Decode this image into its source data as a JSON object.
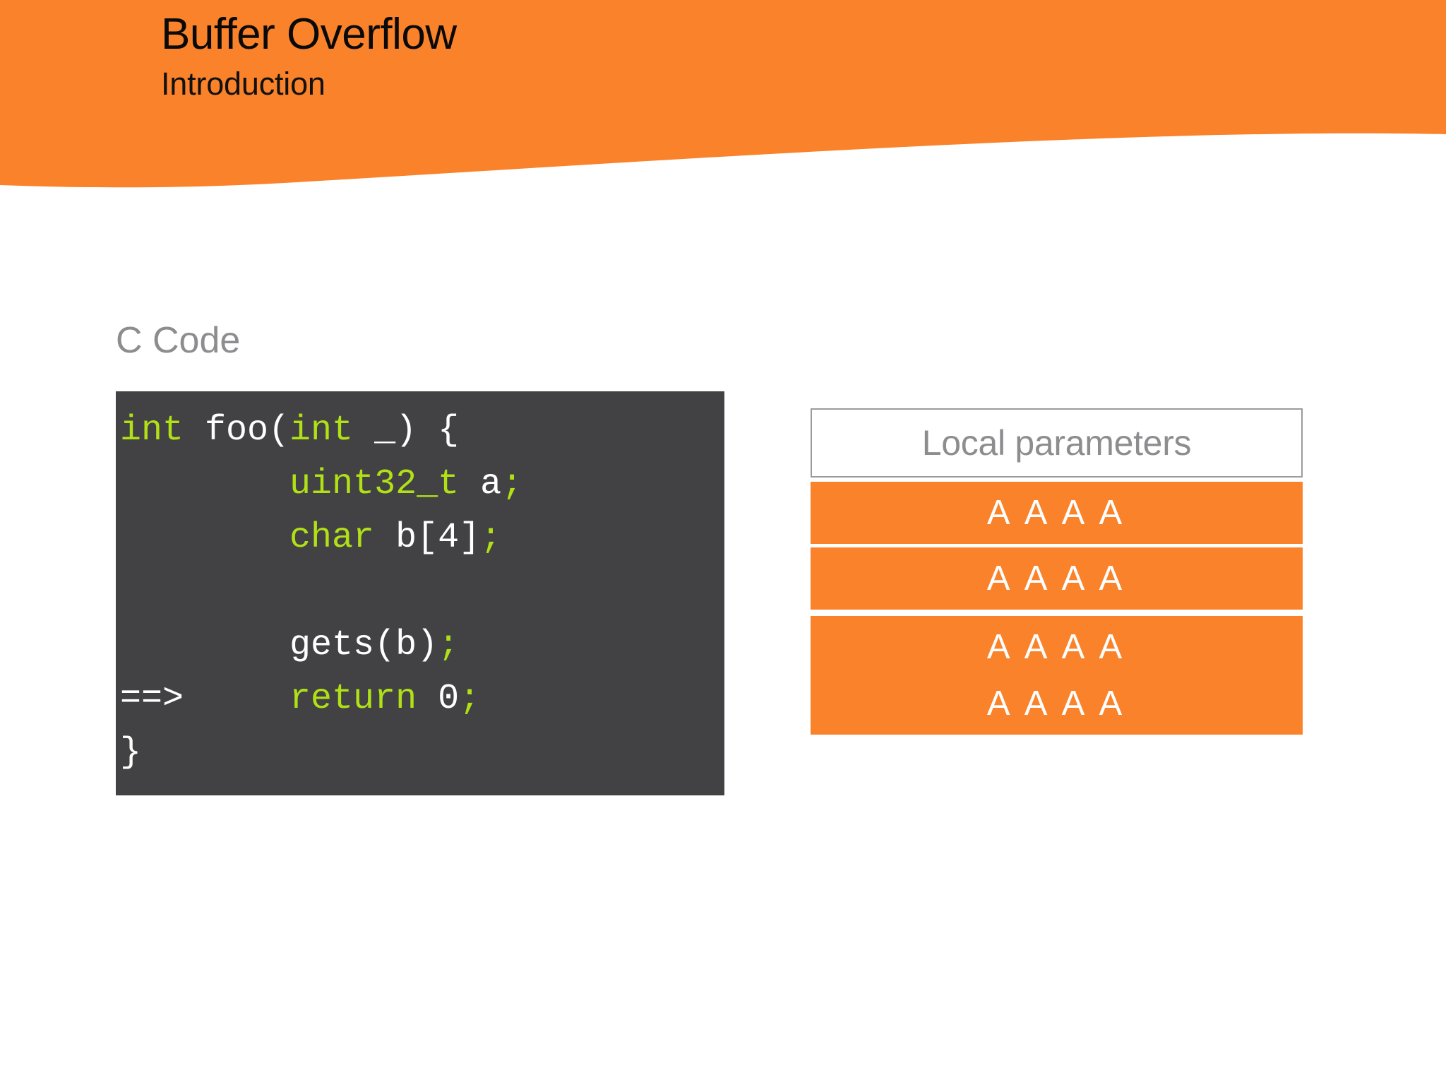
{
  "slide": {
    "title": "Buffer Overflow",
    "subtitle": "Introduction",
    "accent_color": "#f9822a",
    "background_color": "#ffffff"
  },
  "code_section": {
    "heading": "C Code",
    "heading_color": "#8d8d8f",
    "block_background": "#424143",
    "keyword_color": "#b0e016",
    "text_color": "#ffffff",
    "lines": [
      {
        "id": "line-1",
        "marker": "",
        "text": "int foo(int _) {",
        "tokens": [
          {
            "t": "int",
            "k": "kw"
          },
          {
            "t": " foo(",
            "k": "plain"
          },
          {
            "t": "int",
            "k": "kw"
          },
          {
            "t": " _) {",
            "k": "plain"
          }
        ]
      },
      {
        "id": "line-2",
        "marker": "",
        "text": "        uint32_t a;",
        "tokens": [
          {
            "t": "        ",
            "k": "plain"
          },
          {
            "t": "uint32_t",
            "k": "kw"
          },
          {
            "t": " a",
            "k": "plain"
          },
          {
            "t": ";",
            "k": "punc"
          }
        ]
      },
      {
        "id": "line-3",
        "marker": "",
        "text": "        char b[4];",
        "tokens": [
          {
            "t": "        ",
            "k": "plain"
          },
          {
            "t": "char",
            "k": "kw"
          },
          {
            "t": " b[4]",
            "k": "plain"
          },
          {
            "t": ";",
            "k": "punc"
          }
        ]
      },
      {
        "id": "line-4",
        "marker": "",
        "text": "",
        "tokens": []
      },
      {
        "id": "line-5",
        "marker": "",
        "text": "        gets(b);",
        "tokens": [
          {
            "t": "        gets(b)",
            "k": "plain"
          },
          {
            "t": ";",
            "k": "punc"
          }
        ]
      },
      {
        "id": "line-6",
        "marker": "==>",
        "text": "==>     return 0;",
        "tokens": [
          {
            "t": "==>     ",
            "k": "plain"
          },
          {
            "t": "return",
            "k": "kw"
          },
          {
            "t": " 0",
            "k": "plain"
          },
          {
            "t": ";",
            "k": "punc"
          }
        ]
      },
      {
        "id": "line-7",
        "marker": "",
        "text": "}",
        "tokens": [
          {
            "t": "}",
            "k": "plain"
          }
        ]
      }
    ]
  },
  "stack_diagram": {
    "header_label": "Local parameters",
    "header_text_color": "#8d8d8f",
    "header_border_color": "#9b9b9d",
    "block_color": "#f9822a",
    "cell_text_color": "#ffffff",
    "blocks": [
      {
        "id": "stack-block-1",
        "rows": [
          "A A A A"
        ]
      },
      {
        "id": "stack-block-2",
        "rows": [
          "A A A A"
        ]
      },
      {
        "id": "stack-block-3",
        "rows": [
          "A A A A",
          "A A A A"
        ]
      }
    ]
  }
}
